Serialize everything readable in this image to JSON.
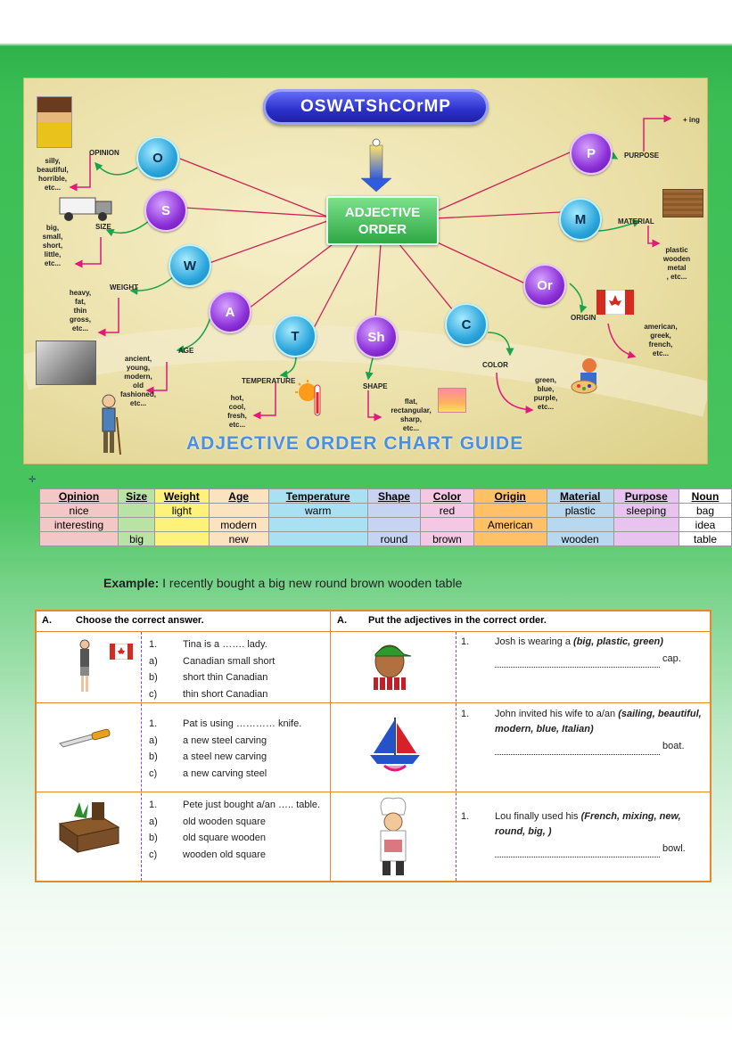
{
  "map": {
    "title": "OSWATShCOrMP",
    "center": "ADJECTIVE ORDER",
    "guide": "ADJECTIVE ORDER CHART GUIDE",
    "bubbles": {
      "o": "O",
      "s": "S",
      "w": "W",
      "a": "A",
      "t": "T",
      "sh": "Sh",
      "c": "C",
      "p": "P",
      "m": "M",
      "or": "Or"
    },
    "labels": {
      "opinion": "OPINION",
      "size": "SIZE",
      "weight": "WEIGHT",
      "age": "AGE",
      "temperature": "TEMPERATURE",
      "shape": "SHAPE",
      "color": "COLOR",
      "purpose": "PURPOSE",
      "material": "MATERIAL",
      "origin": "ORIGIN",
      "ing": "+ ing"
    },
    "examples": {
      "opinion": "silly,\nbeautiful,\nhorrible,\netc...",
      "size": "big,\nsmall,\nshort,\nlittle,\netc...",
      "weight": "heavy,\nfat,\nthin\ngross,\netc...",
      "age": "ancient,\nyoung,\nmodern,\nold\nfashioned,\netc...",
      "temperature": "hot,\ncool,\nfresh,\netc...",
      "shape": "flat,\nrectangular,\nsharp,\netc...",
      "color": "green,\nblue,\npurple,\netc...",
      "material": "plastic\nwooden\nmetal\n, etc...",
      "origin": "american,\ngreek,\nfrench,\netc..."
    }
  },
  "order_table": {
    "headers": [
      "Opinion",
      "Size",
      "Weight",
      "Age",
      "Temperature",
      "Shape",
      "Color",
      "Origin",
      "Material",
      "Purpose",
      "Noun"
    ],
    "colors": [
      "#f4c7c7",
      "#b9e3a5",
      "#fff27a",
      "#fce3c0",
      "#a9e0f4",
      "#c7d3f2",
      "#f4c7e4",
      "#ffc066",
      "#b8d8f0",
      "#e8c3f0",
      "#ffffff"
    ],
    "rows": [
      [
        "nice",
        "",
        "light",
        "",
        "warm",
        "",
        "red",
        "",
        "plastic",
        "sleeping",
        "bag"
      ],
      [
        "interesting",
        "",
        "",
        "modern",
        "",
        "",
        "",
        "American",
        "",
        "",
        "idea"
      ],
      [
        "",
        "big",
        "",
        "new",
        "",
        "round",
        "brown",
        "",
        "wooden",
        "",
        "table"
      ]
    ]
  },
  "example": {
    "label": "Example:",
    "sentence": " I recently bought a big new round brown wooden table"
  },
  "exercise": {
    "left_header": {
      "letter": "A.",
      "text": "Choose the correct answer."
    },
    "right_header": {
      "letter": "A.",
      "text": "Put the adjectives in the correct order."
    },
    "left": [
      {
        "num": "1.",
        "stem": "Tina is a ……. lady.",
        "options": [
          [
            "a)",
            "Canadian small short"
          ],
          [
            "b)",
            "short thin Canadian"
          ],
          [
            "c)",
            "thin short Canadian"
          ]
        ]
      },
      {
        "num": "1.",
        "stem": "Pat is using ………… knife.",
        "options": [
          [
            "a)",
            "a new steel carving"
          ],
          [
            "b)",
            "a steel new carving"
          ],
          [
            "c)",
            "a new carving steel"
          ]
        ]
      },
      {
        "num": "1.",
        "stem": "Pete just bought a/an ….. table.",
        "options": [
          [
            "a)",
            "old wooden square"
          ],
          [
            "b)",
            "old square wooden"
          ],
          [
            "c)",
            "wooden old square"
          ]
        ]
      }
    ],
    "right": [
      {
        "num": "1.",
        "lead": "Josh is wearing a ",
        "words": "(big, plastic, green)",
        "tail": " cap."
      },
      {
        "num": "1.",
        "lead": "John invited his wife to a/an ",
        "words": "(sailing, beautiful, modern, blue, Italian)",
        "tail": " boat."
      },
      {
        "num": "1.",
        "lead": "Lou finally used his ",
        "words": "(French, mixing, new, round, big, )",
        "tail": " bowl."
      }
    ]
  },
  "colors": {
    "accent_green": "#3cbe55",
    "border_orange": "#e58a2b",
    "title_blue": "#2b2fc9"
  }
}
